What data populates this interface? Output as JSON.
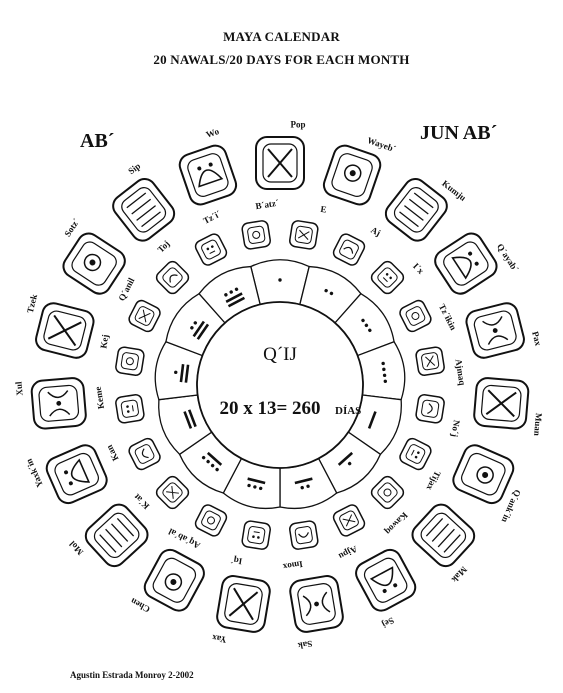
{
  "header": {
    "title": "MAYA CALENDAR",
    "subtitle": "20 NAWALS/20 DAYS FOR EACH MONTH"
  },
  "corner_labels": {
    "left": "AB´",
    "right": "JUN AB´"
  },
  "center": {
    "title": "Q´IJ",
    "equation_main": "20  x  13= 260",
    "equation_suffix": "DÍAS"
  },
  "days": [
    "B´atz´",
    "E",
    "Aj",
    "I´x",
    "Tz´ikin",
    "Ajmaq",
    "No´j",
    "Tijax",
    "Kawoq",
    "Ajpu",
    "Imox",
    "Iq´",
    "Aq´ab´al",
    "K´at",
    "Kan",
    "Keme",
    "Kej",
    "Q´anil",
    "Toj",
    "Tz´i´"
  ],
  "months": [
    "Pop",
    "Wayeb´",
    "Kumju",
    "Q´ayab´",
    "Pax",
    "Muan",
    "Q´ank´in",
    "Mak",
    "Sej",
    "Sak",
    "Yax",
    "Chen",
    "Mol",
    "Yaxk´in",
    "Xul",
    "Tzek",
    "Sotz´",
    "Sip",
    "Wo"
  ],
  "credit": "Agustin Estrada Monroy 2-2002"
}
